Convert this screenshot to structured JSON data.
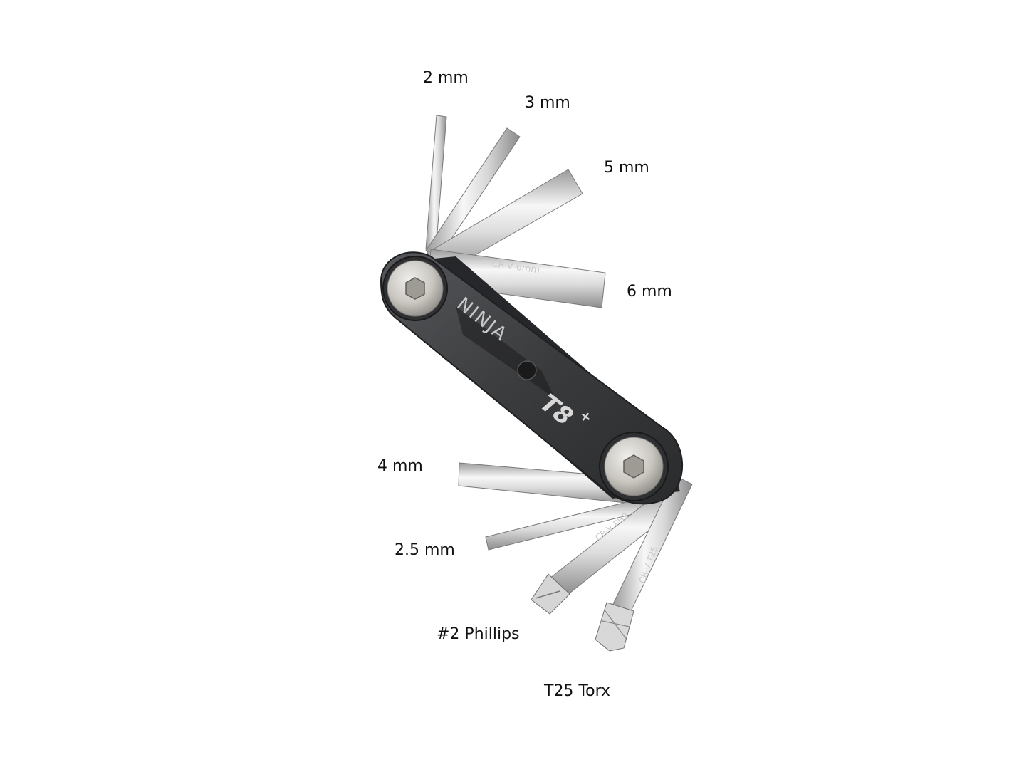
{
  "product": {
    "brand_text": "NINJA",
    "model_text": "T8",
    "model_plus": "+",
    "engraving_6mm": "CR-V 6mm",
    "engraving_ph": "CR-V PH2",
    "engraving_torx": "CR-V T25"
  },
  "labels": {
    "hex_2": "2 mm",
    "hex_3": "3 mm",
    "hex_5": "5 mm",
    "hex_6": "6 mm",
    "hex_4": "4 mm",
    "hex_25": "2.5 mm",
    "phillips": "#2 Phillips",
    "torx": "T25 Torx"
  },
  "colors": {
    "body": "#3a3b3d",
    "chrome_light": "#f2f2f2",
    "chrome_mid": "#c8c8c8",
    "chrome_dark": "#8a8a8a",
    "label_text": "#111111"
  }
}
